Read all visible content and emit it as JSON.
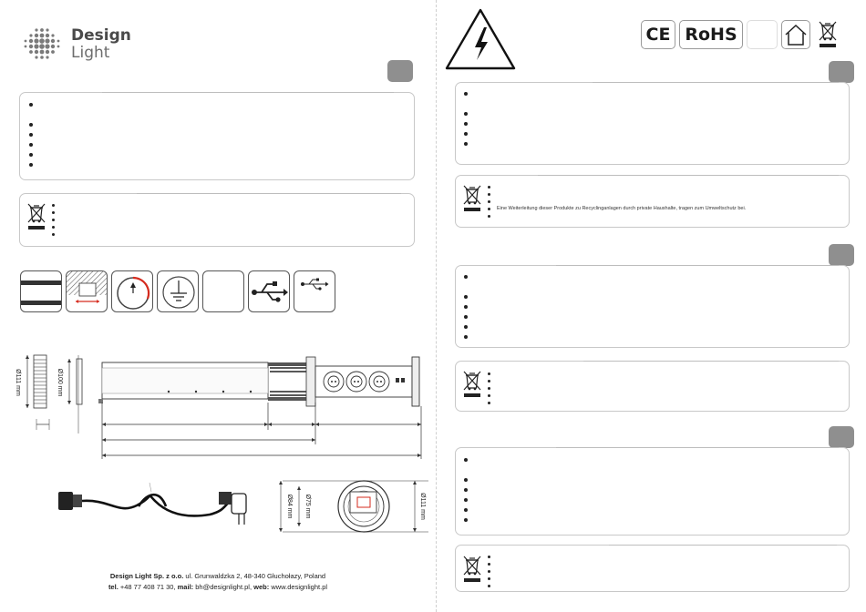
{
  "brand": {
    "name_line1": "Design",
    "name_line2": "Light"
  },
  "footer": {
    "company": "Design Light Sp. z o.o.",
    "address": " ul. Grunwaldzka 2, 48-340 Głuchołazy, Poland",
    "tel_label": "tel.",
    "tel": " +48 77 408 71 30, ",
    "mail_label": "mail:",
    "mail": " bh@designlight.pl, ",
    "web_label": "web:",
    "web": " www.designlight.pl"
  },
  "certifications": {
    "ce": "CE",
    "rohs": "RoHS"
  },
  "right_sections": {
    "recycling_note": "Eine Weiterleitung dieser Produkte zu Recyclinganlagen durch private Haushalte, tragen zum Umweltschutz bei."
  },
  "dimensions": {
    "housing_diameter": "Ø111 mm",
    "inner_diameter": "Ø100 mm",
    "top_outer_diameter": "Ø111 mm",
    "top_mid_diameter": "Ø75 mm",
    "top_inner_diameter": "Ø84 mm"
  },
  "colors": {
    "badge": "#8f8f8f",
    "panel_border": "#c8c8c8",
    "logo_dark": "#4a4a4a",
    "accent_red": "#d52b1e"
  },
  "icons": {
    "warning": "high-voltage-warning-icon",
    "weee": "crossed-out-bin-icon",
    "house": "indoor-use-icon",
    "features": [
      "single-cable-icon",
      "countertop-cutout-icon",
      "rotary-dial-icon",
      "earthing-icon",
      "blank-icon",
      "usb-a-icon",
      "usb-icon"
    ]
  }
}
